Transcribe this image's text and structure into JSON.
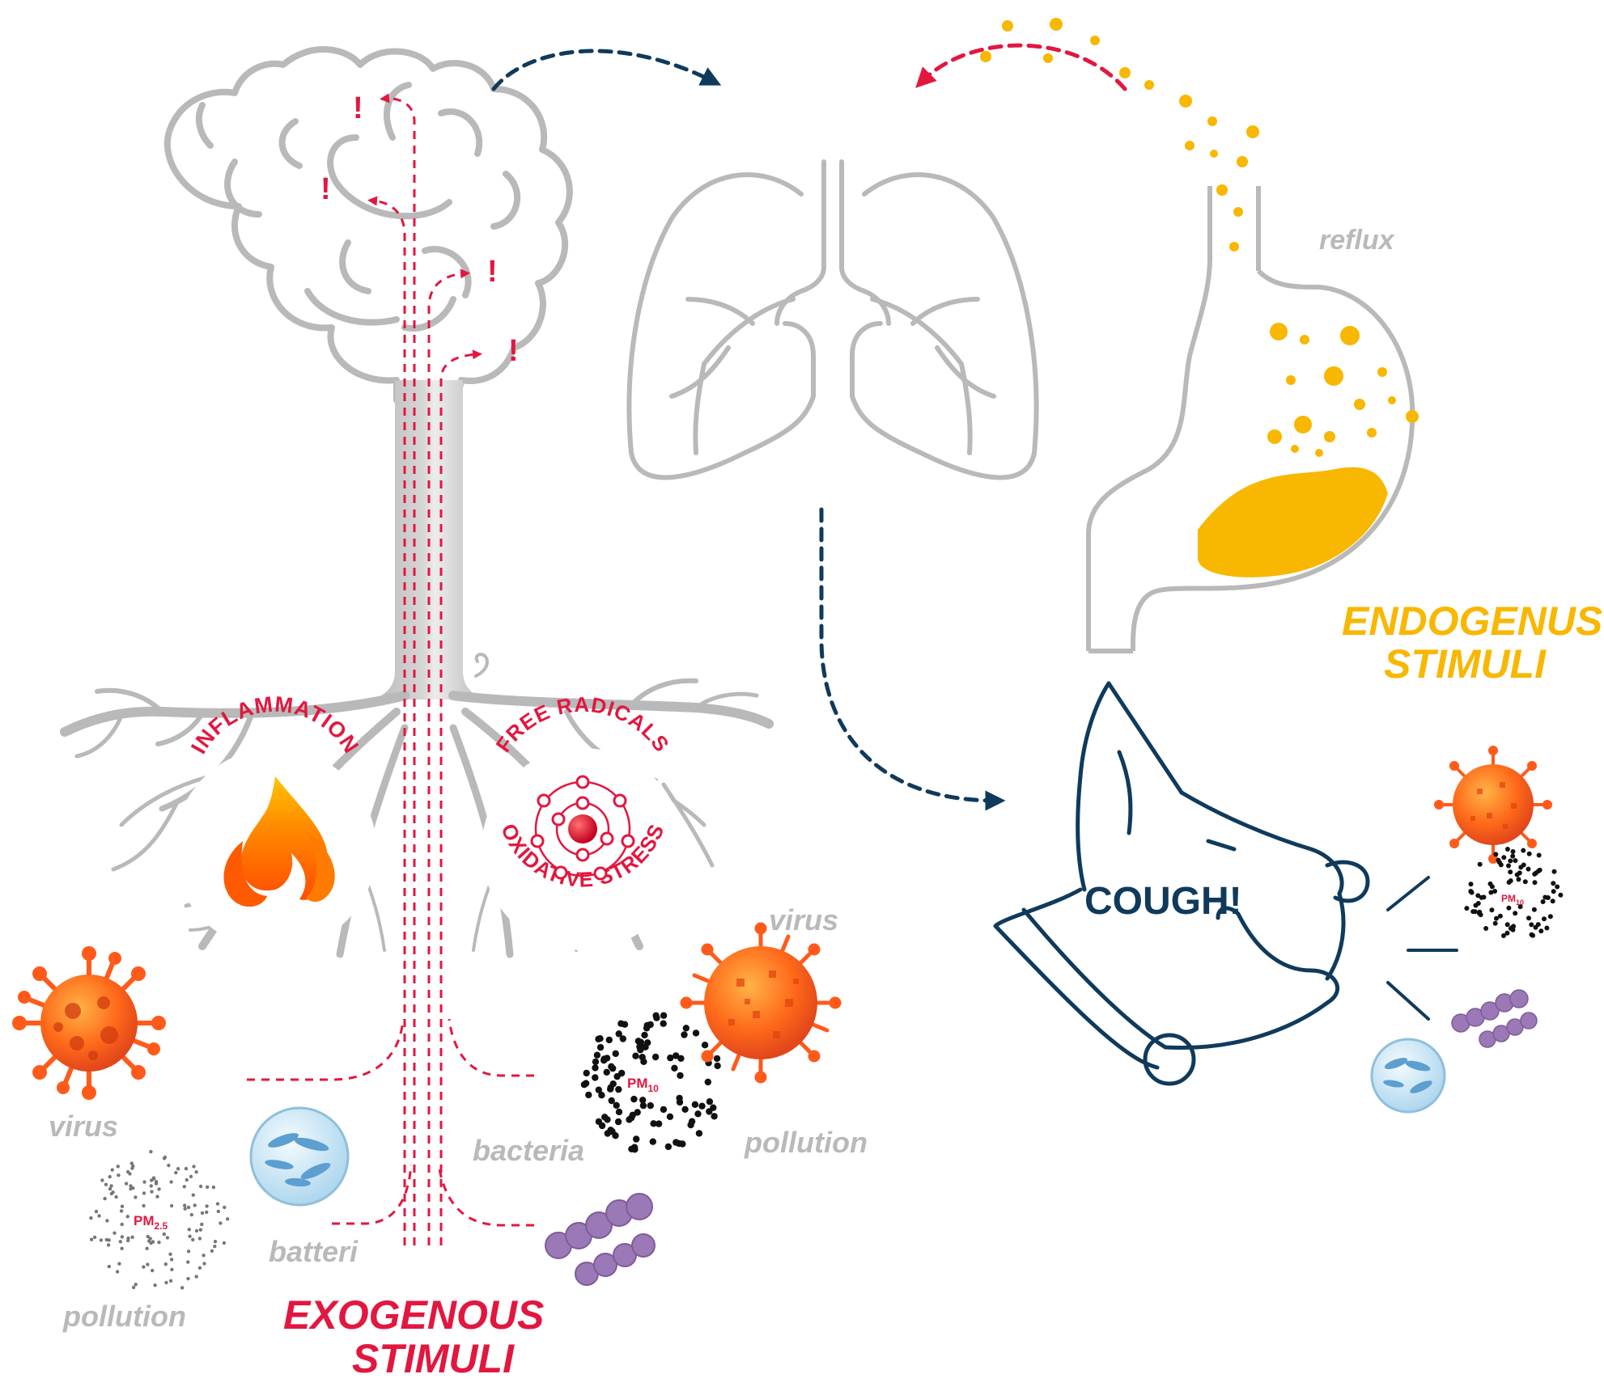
{
  "labels": {
    "exogenous_line1": "EXOGENOUS",
    "exogenous_line2": "STIMULI",
    "endogenous_line1": "ENDOGENUS",
    "endogenous_line2": "STIMULI",
    "reflux": "reflux",
    "cough": "COUGH!",
    "inflammation": "INFLAMMATION",
    "free_radicals": "FREE RADICALS",
    "oxidative_stress": "OXIDATIVE STRESS",
    "virus_left": "virus",
    "virus_right": "virus",
    "pollution_left": "pollution",
    "pollution_right": "pollution",
    "bacteria": "bacteria",
    "batteri": "batteri",
    "pm25": "PM",
    "pm25_sub": "2.5",
    "pm10": "PM",
    "pm10_sub": "10",
    "pm10_small": "PM",
    "pm10_small_sub": "10",
    "exclaim": "!"
  },
  "colors": {
    "grey": "#b9b9b9",
    "red": "#e2173f",
    "yellow": "#f8b700",
    "navy": "#0f3a5c",
    "orange": "#ff7a1a"
  }
}
